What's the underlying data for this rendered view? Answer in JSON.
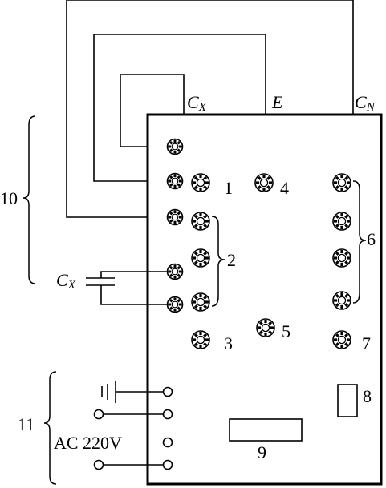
{
  "diagram": {
    "terminals": {
      "cx": {
        "symbol": "C",
        "subscript": "X"
      },
      "e": {
        "symbol": "E"
      },
      "cn": {
        "symbol": "C",
        "subscript": "N"
      }
    },
    "capacitor": {
      "symbol": "C",
      "subscript": "X"
    },
    "labels": {
      "n1": "1",
      "n2": "2",
      "n3": "3",
      "n4": "4",
      "n5": "5",
      "n6": "6",
      "n7": "7",
      "n8": "8",
      "n9": "9",
      "n10": "10",
      "n11": "11"
    },
    "power": {
      "label": "AC 220V"
    }
  }
}
